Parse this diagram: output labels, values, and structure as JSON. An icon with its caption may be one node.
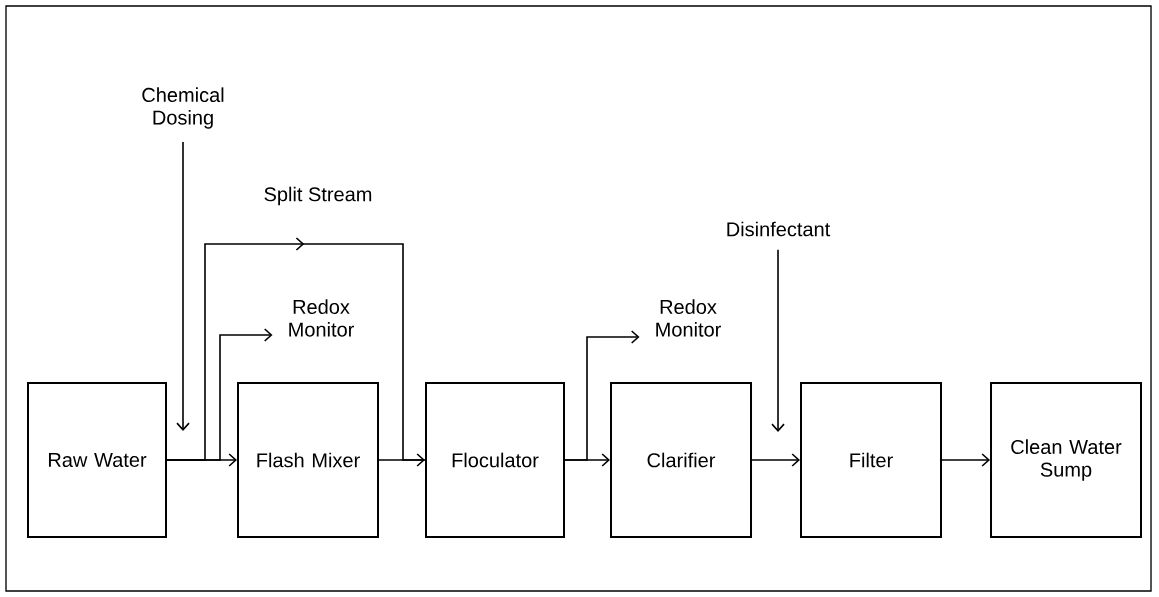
{
  "diagram": {
    "nodes": [
      {
        "text": [
          "Raw Water"
        ]
      },
      {
        "text": [
          "Flash Mixer"
        ]
      },
      {
        "text": [
          "Floculator"
        ]
      },
      {
        "text": [
          "Clarifier"
        ]
      },
      {
        "text": [
          "Filter"
        ]
      },
      {
        "text": [
          "Clean Water Sump"
        ]
      },
      {
        "text": [
          "Chemical Dosing"
        ]
      },
      {
        "text": [
          "Redox Monitor"
        ]
      },
      {
        "text": [
          "Redox Monitor"
        ]
      },
      {
        "text": [
          "Disinfectant"
        ]
      }
    ],
    "edges": [
      {
        "from": 0,
        "to": 1,
        "arrow": "to"
      },
      {
        "from": 1,
        "to": 2,
        "arrow": "to"
      },
      {
        "from": 2,
        "to": 3,
        "arrow": "to"
      },
      {
        "from": 3,
        "to": 4,
        "arrow": "to"
      },
      {
        "from": 4,
        "to": 5,
        "arrow": "to"
      },
      {
        "from": 6,
        "to": 0,
        "arrow": "to"
      },
      {
        "from": 0,
        "to": 2,
        "arrow": "to",
        "label": "Split Stream"
      },
      {
        "from": 0,
        "to": 7,
        "arrow": "to"
      },
      {
        "from": 2,
        "to": 8,
        "arrow": "to"
      },
      {
        "from": 9,
        "to": null,
        "arrow": "to"
      }
    ]
  }
}
